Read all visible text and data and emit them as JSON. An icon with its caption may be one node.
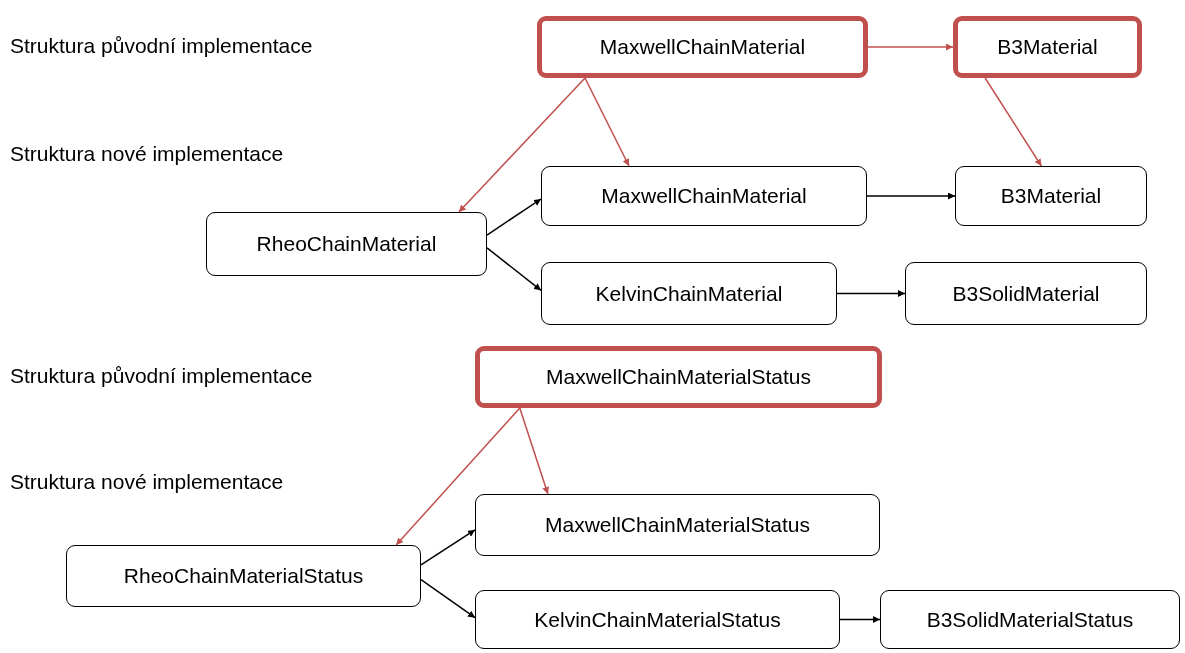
{
  "diagram": {
    "nodes": [
      {
        "text": [
          "MaxwellChainMaterial"
        ]
      },
      {
        "text": [
          "B3Material"
        ]
      },
      {
        "text": [
          "MaxwellChainMaterial"
        ]
      },
      {
        "text": [
          "B3Material"
        ]
      },
      {
        "text": [
          "RheoChainMaterial"
        ]
      },
      {
        "text": [
          "KelvinChainMaterial"
        ]
      },
      {
        "text": [
          "B3SolidMaterial"
        ]
      },
      {
        "text": [
          "MaxwellChainMaterialStatus"
        ]
      },
      {
        "text": [
          "MaxwellChainMaterialStatus"
        ]
      },
      {
        "text": [
          "RheoChainMaterialStatus"
        ]
      },
      {
        "text": [
          "KelvinChainMaterialStatus"
        ]
      },
      {
        "text": [
          "B3SolidMaterialStatus"
        ]
      }
    ],
    "edges": [
      {
        "from": 0,
        "to": 1,
        "arrow": "to",
        "color": "#c0504d"
      },
      {
        "from": 0,
        "to": 4,
        "arrow": "to",
        "color": "#c0504d"
      },
      {
        "from": 0,
        "to": 2,
        "arrow": "to",
        "color": "#c0504d"
      },
      {
        "from": 1,
        "to": 3,
        "arrow": "to",
        "color": "#c0504d"
      },
      {
        "from": 4,
        "to": 2,
        "arrow": "to"
      },
      {
        "from": 4,
        "to": 5,
        "arrow": "to"
      },
      {
        "from": 2,
        "to": 3,
        "arrow": "to"
      },
      {
        "from": 5,
        "to": 6,
        "arrow": "to"
      },
      {
        "from": 7,
        "to": 9,
        "arrow": "to",
        "color": "#c0504d"
      },
      {
        "from": 7,
        "to": 8,
        "arrow": "to",
        "color": "#c0504d"
      },
      {
        "from": 9,
        "to": 8,
        "arrow": "to"
      },
      {
        "from": 9,
        "to": 10,
        "arrow": "to"
      },
      {
        "from": 10,
        "to": 11,
        "arrow": "to"
      }
    ],
    "labels": [
      "Struktura původní implementace",
      "Struktura nové implementace",
      "Struktura původní implementace",
      "Struktura nové implementace"
    ]
  }
}
